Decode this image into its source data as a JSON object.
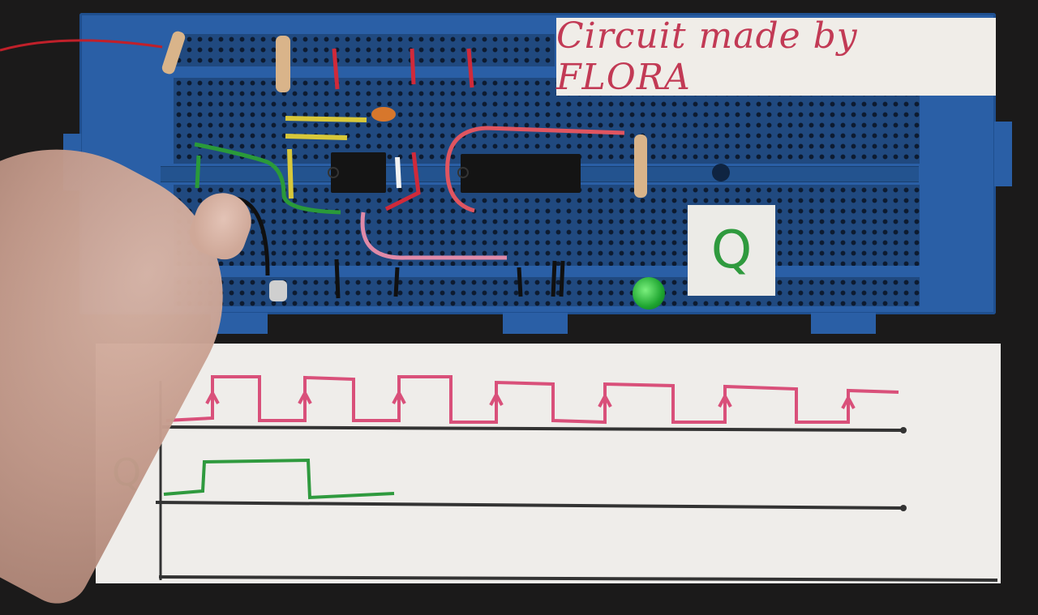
{
  "title_card": {
    "text": "Circuit made by FLORA"
  },
  "breadboard_card": {
    "text": "Q"
  },
  "timing_diagram": {
    "output_label": "Q",
    "clock_color": "#d9507a",
    "output_color": "#2f9a3e",
    "axis_color": "#333333"
  }
}
